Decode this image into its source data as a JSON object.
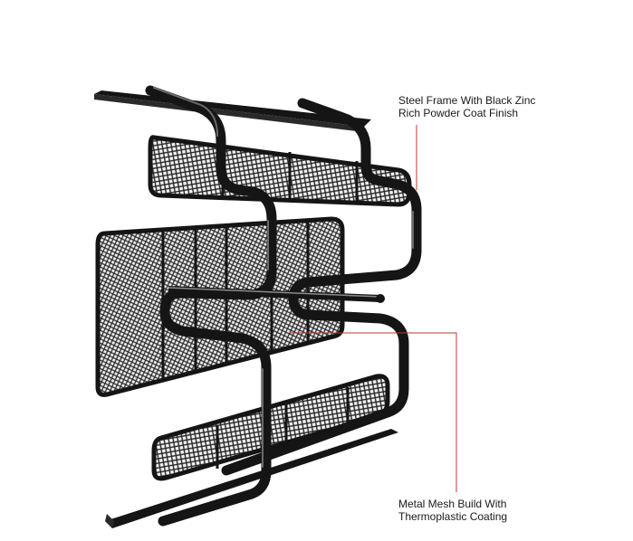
{
  "image": {
    "subject": "picnic-table",
    "colors": {
      "background": "#ffffff",
      "frame": "#151515",
      "mesh": "#2a2a2a",
      "highlight": "#6a6a6a",
      "callout_line": "#c0392b"
    }
  },
  "callouts": [
    {
      "line1": "Steel Frame With Black Zinc",
      "line2": "Rich Powder Coat Finish"
    },
    {
      "line1": "Metal Mesh Build With",
      "line2": "Thermoplastic Coating"
    }
  ]
}
